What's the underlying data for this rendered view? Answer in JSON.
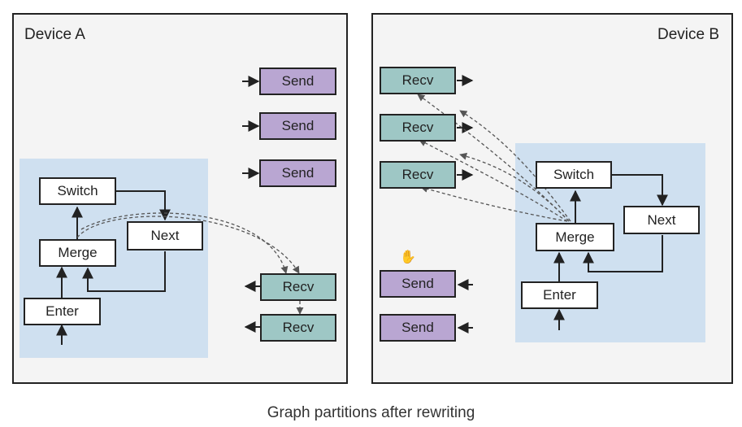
{
  "device_a": {
    "title": "Device A",
    "ops": {
      "switch": "Switch",
      "merge": "Merge",
      "next": "Next",
      "enter": "Enter"
    },
    "sends": [
      "Send",
      "Send",
      "Send"
    ],
    "recvs": [
      "Recv",
      "Recv"
    ]
  },
  "device_b": {
    "title": "Device B",
    "ops": {
      "switch": "Switch",
      "merge": "Merge",
      "next": "Next",
      "enter": "Enter"
    },
    "recvs": [
      "Recv",
      "Recv",
      "Recv"
    ],
    "sends": [
      "Send",
      "Send"
    ]
  },
  "caption": "Graph partitions after rewriting",
  "colors": {
    "send_fill": "#b9a6d2",
    "recv_fill": "#9ec7c5",
    "subgraph_fill": "#cfe0f0",
    "panel_fill": "#f4f4f4"
  },
  "cursor_icon": "hand-cursor-icon"
}
